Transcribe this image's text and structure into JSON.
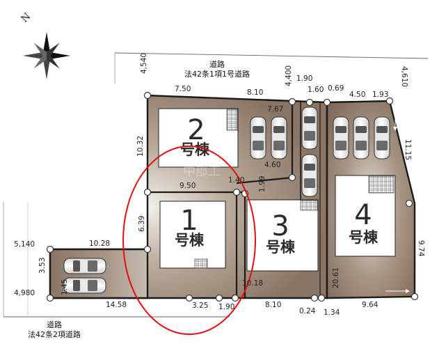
{
  "compass": {
    "north_label": "N"
  },
  "roads": {
    "north": {
      "line1": "道路",
      "line2": "法42条1項1号道路"
    },
    "south": {
      "line1": "道路",
      "line2": "法42条2項道路"
    }
  },
  "buildings": {
    "b1": {
      "number": "1",
      "label": "号棟"
    },
    "b2": {
      "number": "2",
      "label": "号棟"
    },
    "b3": {
      "number": "3",
      "label": "号棟"
    },
    "b4": {
      "number": "4",
      "label": "号棟"
    }
  },
  "watermark": "中部工",
  "dimensions": {
    "d4540": "4,540",
    "d750": "7.50",
    "d810a": "8.10",
    "d4400": "4,400",
    "d190a": "1.90",
    "d160": "1.60",
    "d069": "0.69",
    "d450": "4.50",
    "d193": "1.93",
    "d4610": "4,610",
    "d767": "7.67",
    "d1032": "10.32",
    "d460": "4.60",
    "d1115": "11.15",
    "d950": "9.50",
    "d140": "1.40",
    "d199": "1.99",
    "d639": "6.39",
    "d5140": "5,140",
    "d1028": "10.28",
    "d353": "3.53",
    "d145": "1.45",
    "d4980": "4,980",
    "d1458": "14.58",
    "d325": "3.25",
    "d190b": "1.90",
    "d1018": "10.18",
    "d810b": "8.10",
    "d024": "0.24",
    "d134": "1.34",
    "d2061": "20.61",
    "d964": "9.64",
    "d974": "9.74"
  }
}
